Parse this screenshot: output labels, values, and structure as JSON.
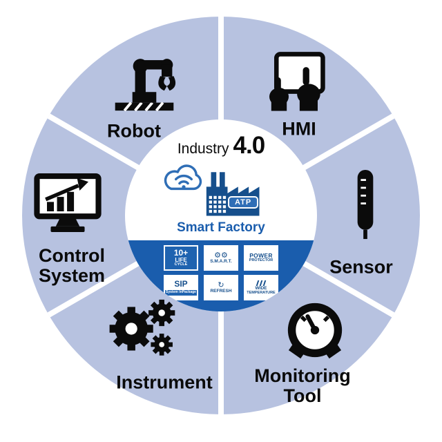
{
  "scene": {
    "title_prefix": "Industry",
    "title_version": "4.0",
    "smart_factory_label": "Smart Factory",
    "atp_label": "ATP"
  },
  "segments": {
    "robot": {
      "label": "Robot",
      "icon": "robot-arm"
    },
    "hmi": {
      "label": "HMI",
      "icon": "hands-tablet"
    },
    "sensor": {
      "label": "Sensor",
      "icon": "thermometer"
    },
    "monitoring_tool": {
      "label": "Monitoring Tool",
      "icon": "gauge"
    },
    "instrument": {
      "label": "Instrument",
      "icon": "gears"
    },
    "control_system": {
      "label": "Control System",
      "icon": "monitor-chart"
    }
  },
  "feature_badges": {
    "life": {
      "line1": "10+",
      "line2": "LIFE",
      "line3": "CYCLE"
    },
    "smart": {
      "glyph": "⚙⚙",
      "label": "S.M.A.R.T."
    },
    "power": {
      "line1": "POWER",
      "line2": "PROTECTOR"
    },
    "sip": {
      "line1": "SIP",
      "line2": "System InPackage"
    },
    "refresh": {
      "glyph": "↻",
      "label": "REFRESH"
    },
    "wide_temp": {
      "line1": "WIDE",
      "line2": "TEMPERATURE",
      "icon": "thermometer-bars"
    }
  },
  "colors": {
    "ring": "#b7c2e0",
    "center_blue": "#1a5dad",
    "badge_blue": "#1f63b0",
    "factory_blue": "#164f8c",
    "cloud_blue": "#2f6eb6",
    "icon_black": "#0b0b0b"
  }
}
